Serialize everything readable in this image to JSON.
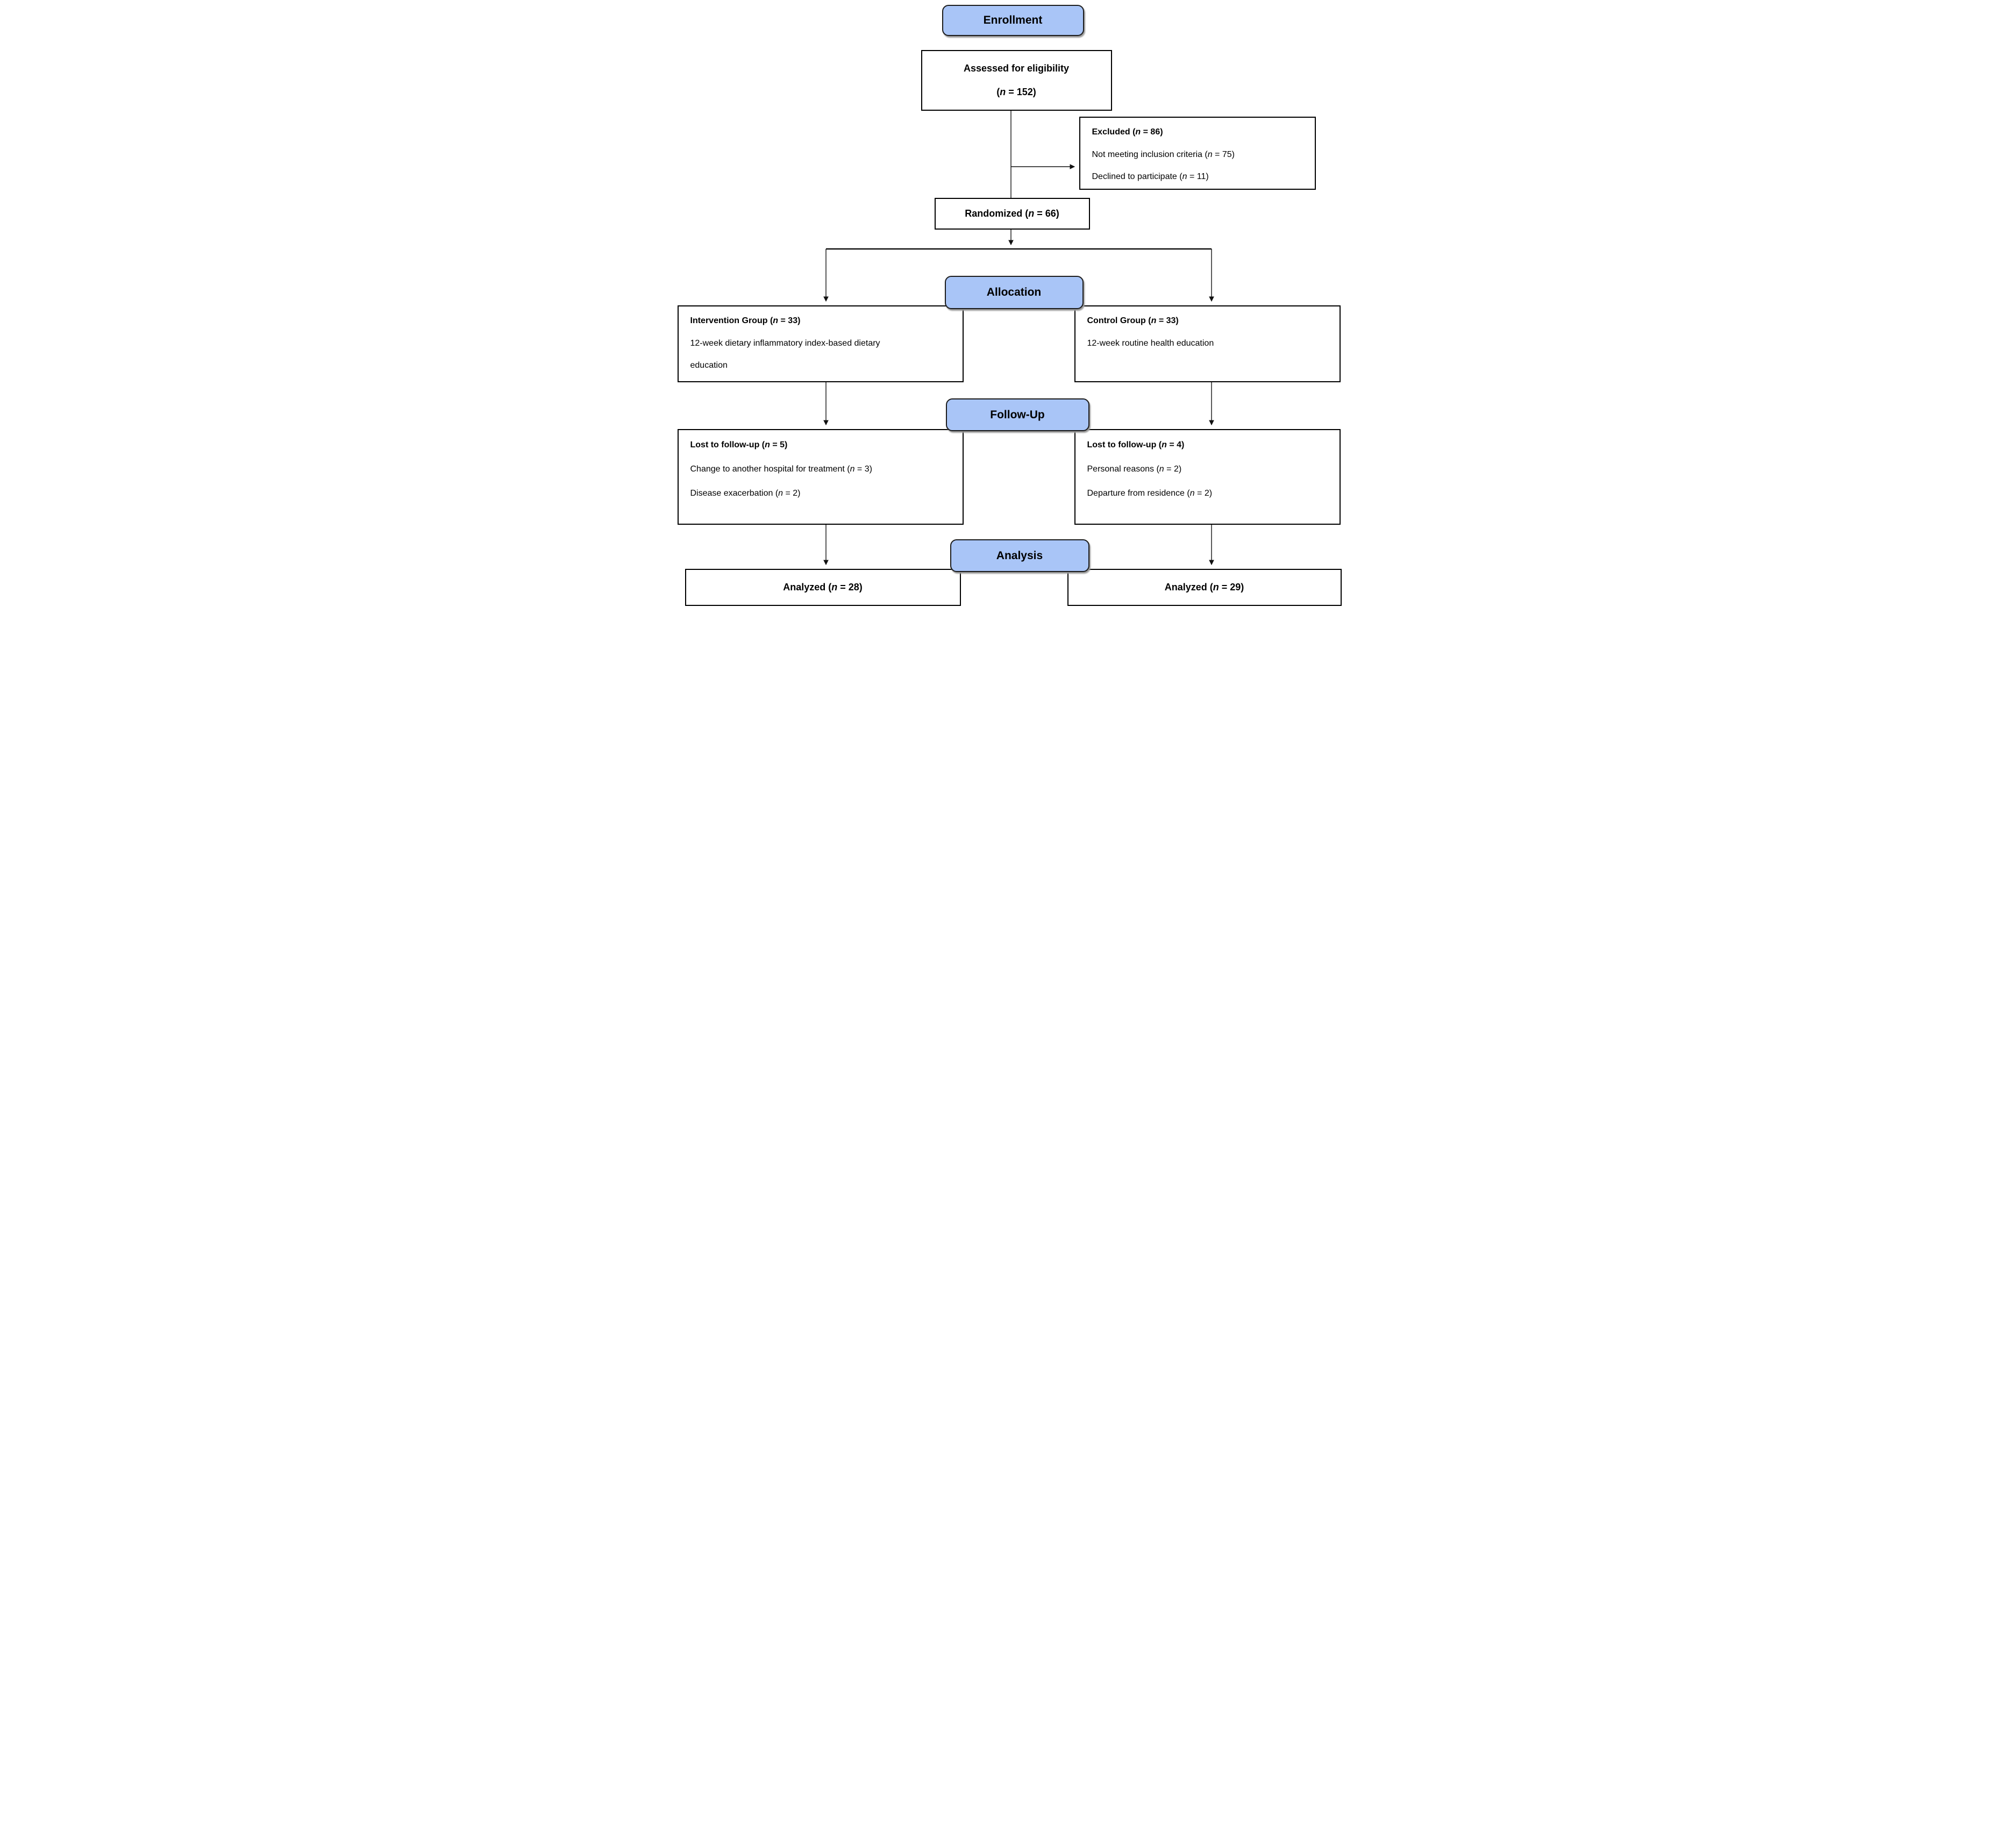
{
  "stage_labels": {
    "enrollment": "Enrollment",
    "allocation": "Allocation",
    "follow_up": "Follow-Up",
    "analysis": "Analysis"
  },
  "boxes": {
    "assessed": {
      "title": "Assessed for eligibility",
      "count": "(n = 152)"
    },
    "excluded": {
      "title": "Excluded (n = 86)",
      "reasons": [
        "Not meeting inclusion criteria (n = 75)",
        "Declined to participate (n = 11)"
      ]
    },
    "randomized": {
      "title": "Randomized (n = 66)"
    },
    "intervention_group": {
      "title": "Intervention Group (n = 33)",
      "description": "12-week dietary inflammatory index-based dietary education"
    },
    "control_group": {
      "title": "Control Group (n = 33)",
      "description": "12-week routine health education"
    },
    "lost_intervention": {
      "title": "Lost to follow-up (n = 5)",
      "reasons": [
        "Change to another hospital for treatment (n = 3)",
        "Disease exacerbation (n = 2)"
      ]
    },
    "lost_control": {
      "title": "Lost to follow-up (n = 4)",
      "reasons": [
        "Personal reasons (n = 2)",
        "Departure from residence (n = 2)"
      ]
    },
    "analyzed_intervention": {
      "title": "Analyzed (n = 28)"
    },
    "analyzed_control": {
      "title": "Analyzed (n = 29)"
    }
  },
  "colors": {
    "stage_fill": "#a9c5f7",
    "box_border": "#000000",
    "background": "#ffffff",
    "line": "#111111"
  }
}
